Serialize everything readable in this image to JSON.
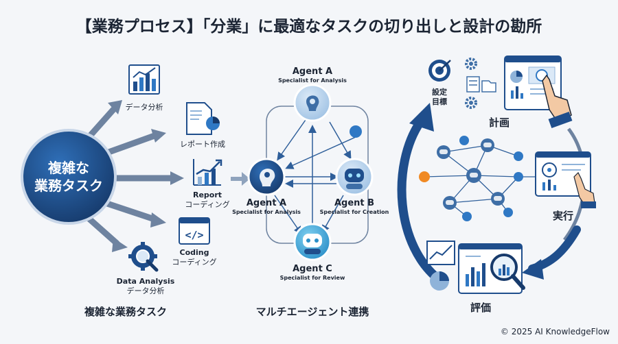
{
  "title": "【業務プロセス】「分業」に最適なタスクの切り出しと設計の勘所",
  "left": {
    "circle_label_line1": "複雑な",
    "circle_label_line2": "業務タスク",
    "items": [
      {
        "icon": "bar-chart-icon",
        "label_line1": "データ分析",
        "label_line2": ""
      },
      {
        "icon": "report-document-icon",
        "label_line1": "レポート作成",
        "label_line2": ""
      },
      {
        "icon": "growth-chart-icon",
        "label_line1": "Report",
        "label_line2": "コーディング"
      },
      {
        "icon": "code-window-icon",
        "label_line1": "Coding",
        "label_line2": "コーディング"
      },
      {
        "icon": "gear-magnifier-icon",
        "label_line1": "Data Analysis",
        "label_line2": "データ分析"
      }
    ],
    "caption": "複雑な業務タスク"
  },
  "middle": {
    "agents": [
      {
        "name": "Agent A",
        "role": "Specialist for Analysis",
        "variant": "top"
      },
      {
        "name": "Agent A",
        "role": "Specialist for Analysis",
        "variant": "left"
      },
      {
        "name": "Agent B",
        "role": "Specialist for Creation",
        "variant": "right"
      },
      {
        "name": "Agent C",
        "role": "Specialist for Review",
        "variant": "bottom"
      }
    ],
    "caption": "マルチエージェント連携"
  },
  "right": {
    "plan_goal_line1": "設定",
    "plan_goal_line2": "目標",
    "plan_label": "計画",
    "execute_label": "実行",
    "evaluate_label": "評価"
  },
  "colors": {
    "primary": "#1f4e8c",
    "dark": "#173a6b",
    "light": "#8fb3d9",
    "accent": "#2f78c4",
    "check": "#34a853",
    "orange": "#f08a24"
  },
  "footer": "© 2025 AI KnowledgeFlow"
}
